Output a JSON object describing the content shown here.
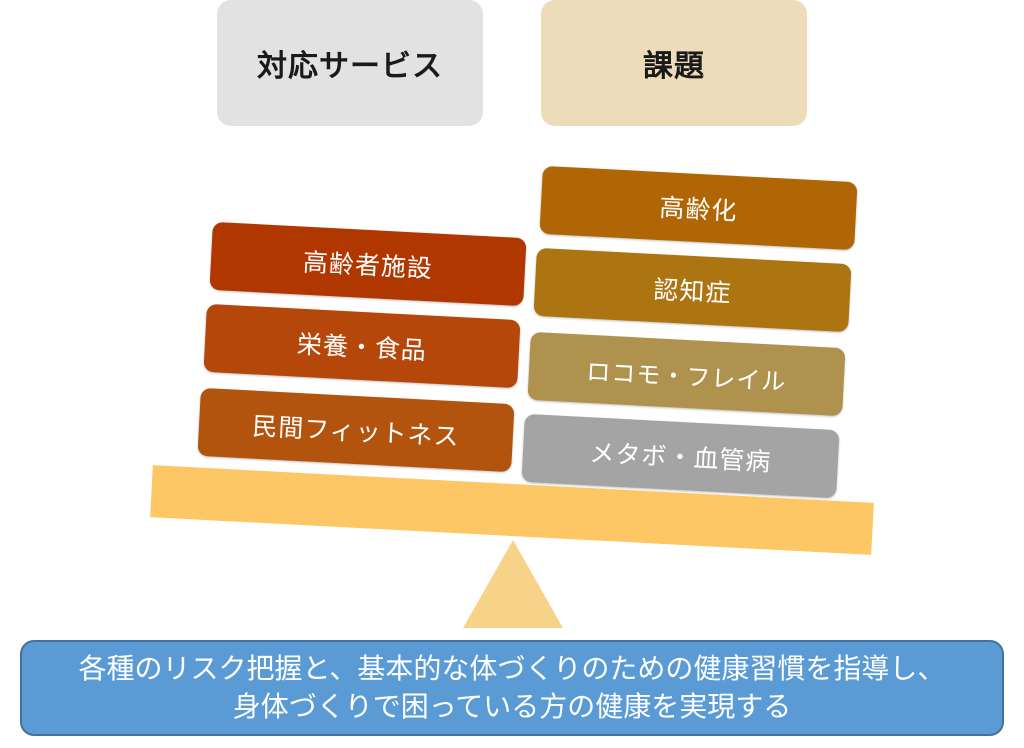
{
  "headers": {
    "services": "対応サービス",
    "issues": "課題"
  },
  "services": [
    {
      "label": "高齢者施設",
      "color": "#b13700"
    },
    {
      "label": "栄養・食品",
      "color": "#b5470a"
    },
    {
      "label": "民間フィットネス",
      "color": "#b2530e"
    }
  ],
  "issues": [
    {
      "label": "高齢化",
      "color": "#b06604"
    },
    {
      "label": "認知症",
      "color": "#ad7412"
    },
    {
      "label": "ロコモ・フレイル",
      "color": "#b0924f"
    },
    {
      "label": "メタボ・血管病",
      "color": "#a4a4a4"
    }
  ],
  "colors": {
    "beam": "#fdc765",
    "fulcrum": "#f7d38a",
    "message_bg": "#5b9bd5"
  },
  "message": {
    "line1": "各種のリスク把握と、基本的な体づくりのための健康習慣を指導し、",
    "line2": "身体づくりで困っている方の健康を実現する"
  }
}
